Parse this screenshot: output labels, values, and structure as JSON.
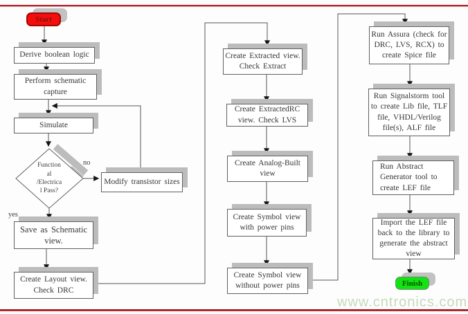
{
  "flowchart": {
    "title_hint": "IC design flow diagram",
    "nodes": {
      "start": "Start",
      "derive_boolean": "Derive boolean logic",
      "perform_schematic": "Perform schematic\ncapture",
      "simulate": "Simulate",
      "decision": "Function\nal\n/Electrica\nl Pass?",
      "modify_transistor": "Modify transistor sizes",
      "save_schematic": "Save as Schematic\nview.",
      "create_layout": "Create Layout view.\nCheck DRC",
      "create_extracted": "Create Extracted view.\nCheck Extract",
      "create_extractedrc": "Create ExtractedRC\nview.  Check LVS",
      "create_analog_built": "Create Analog-Built\nview",
      "symbol_with_pins": "Create Symbol view\nwith power pins",
      "symbol_without_pins": "Create Symbol view\nwithout power pins",
      "run_assura": "Run Assura (check for\nDRC, LVS, RCX) to\ncreate Spice file",
      "run_signalstorm": "Run Signalstorm tool\nto create Lib file, TLF\nfile, VHDL/Verilog\nfile(s), ALF file",
      "run_abstract": "Run Abstract\nGenerator tool to\ncreate LEF file",
      "import_lef": "Import the LEF file\nback to the library to\ngenerate the abstract\nview",
      "finish": "Finish"
    },
    "branch_labels": {
      "no": "no",
      "yes": "yes"
    },
    "watermark": "www.cntronics.com",
    "colors": {
      "start_fill": "#f40d0d",
      "finish_fill": "#12e412",
      "divider_red": "#b3262b",
      "watermark_green": "#c6dabc",
      "box_shadow": "#bcbcbc",
      "wire": "#555555"
    }
  }
}
